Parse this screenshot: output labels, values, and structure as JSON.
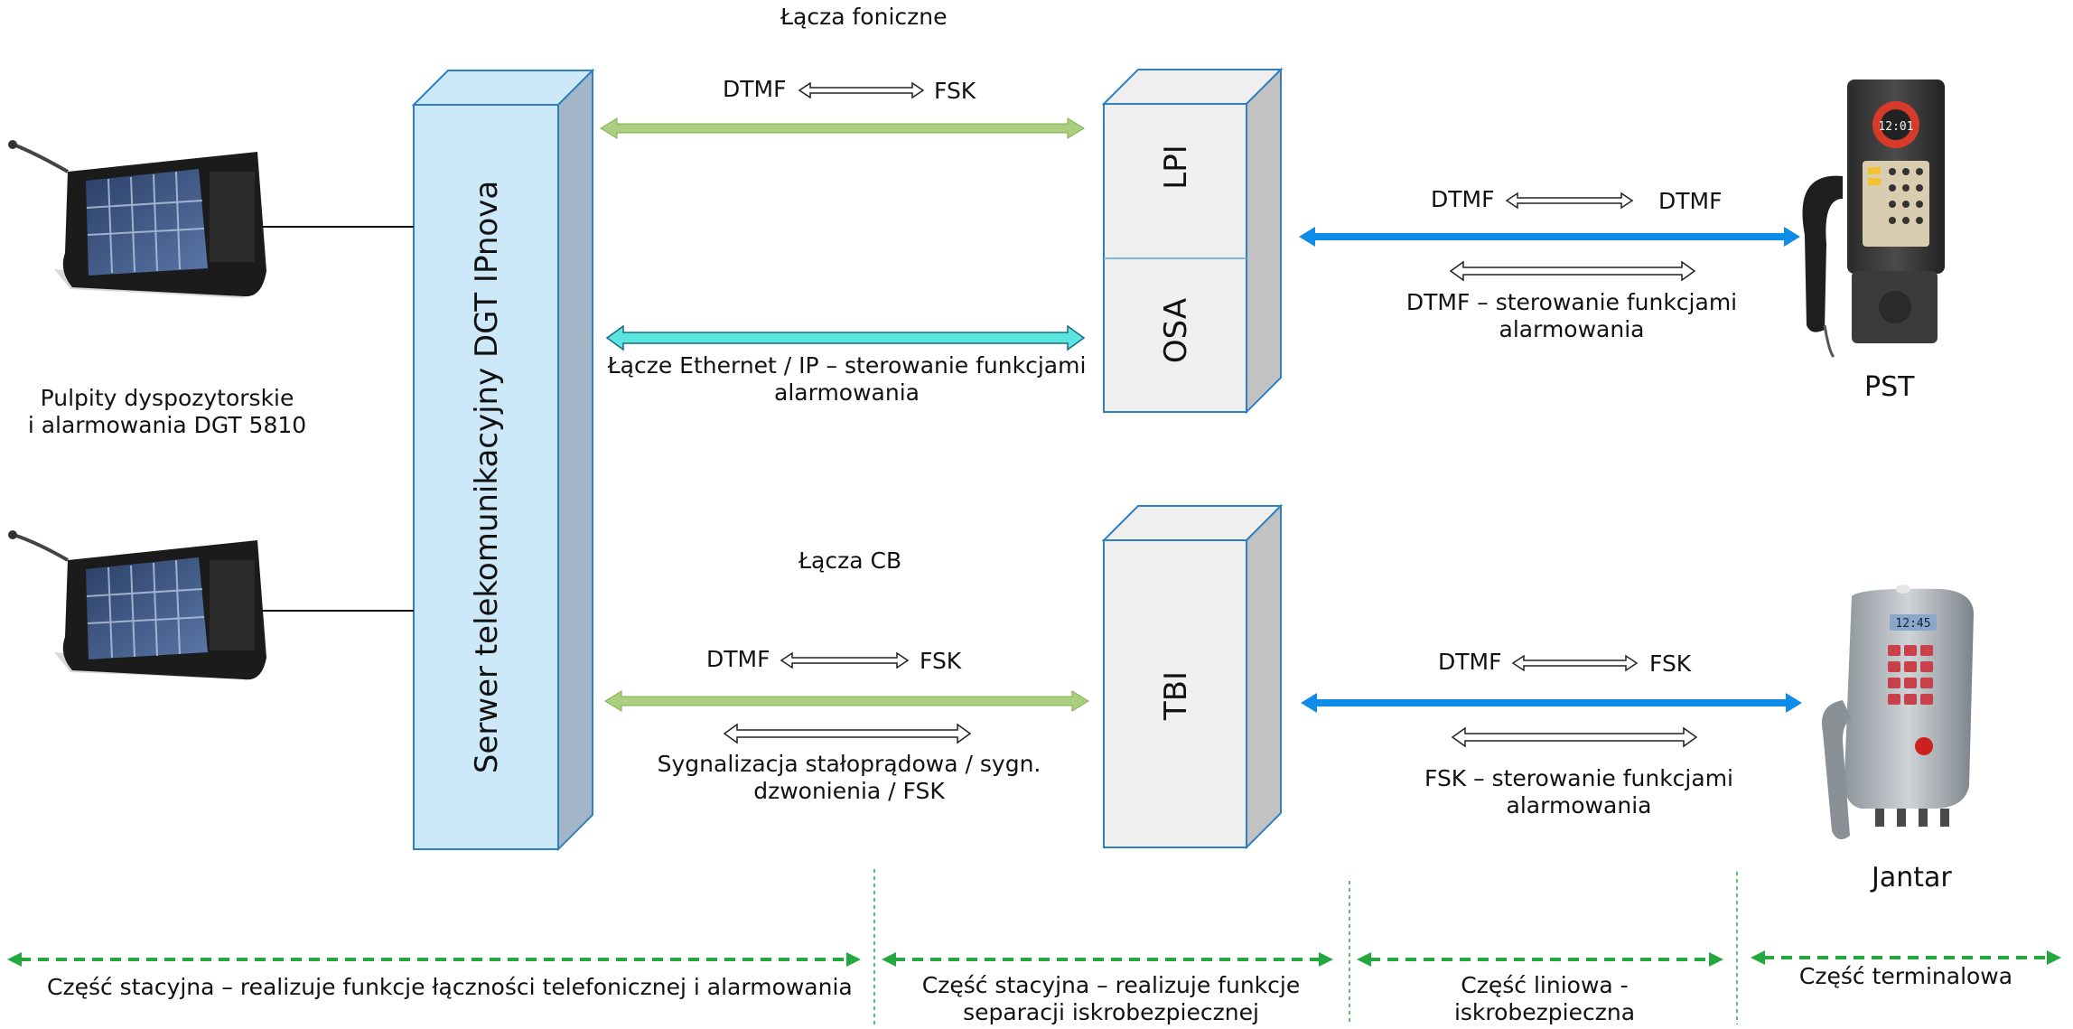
{
  "server": {
    "label": "Serwer telekomunikacyjny DGT IPnova"
  },
  "blocks": {
    "lpi": "LPI",
    "osa": "OSA",
    "tbi": "TBI"
  },
  "consoles": {
    "caption_line1": "Pulpity dyspozytorskie",
    "caption_line2": "i alarmowania DGT 5810"
  },
  "top_section": {
    "title": "Łącza foniczne",
    "left_dtmf": "DTMF",
    "left_fsk": "FSK",
    "ethernet_line1": "Łącze Ethernet / IP – sterowanie funkcjami",
    "ethernet_line2": "alarmowania",
    "right_dtmf1": "DTMF",
    "right_dtmf2": "DTMF",
    "right_ctrl_line1": "DTMF – sterowanie funkcjami",
    "right_ctrl_line2": "alarmowania"
  },
  "bottom_section": {
    "title": "Łącza CB",
    "left_dtmf": "DTMF",
    "left_fsk": "FSK",
    "signal_line1": "Sygnalizacja stałoprądowa / sygn.",
    "signal_line2": "dzwonienia / FSK",
    "right_dtmf": "DTMF",
    "right_fsk": "FSK",
    "right_ctrl_line1": "FSK – sterowanie funkcjami",
    "right_ctrl_line2": "alarmowania"
  },
  "devices": {
    "pst": "PST",
    "jantar": "Jantar",
    "pst_display": "12:01",
    "jantar_display": "12:45"
  },
  "zones": {
    "z1": "Część stacyjna – realizuje funkcje łączności telefonicznej i alarmowania",
    "z2_line1": "Część stacyjna – realizuje funkcje",
    "z2_line2": "separacji iskrobezpiecznej",
    "z3_line1": "Część liniowa -",
    "z3_line2": "iskrobezpieczna",
    "z4": "Część terminalowa"
  },
  "colors": {
    "box_blue_face": "#cde8f8",
    "box_edge": "#2f7fc2",
    "grey_face": "#efefef",
    "green_arrow": "#a9cf7f",
    "cyan_arrow": "#59e6dc",
    "blue_arrow": "#0f8be8",
    "zone_green": "#22a83e"
  }
}
